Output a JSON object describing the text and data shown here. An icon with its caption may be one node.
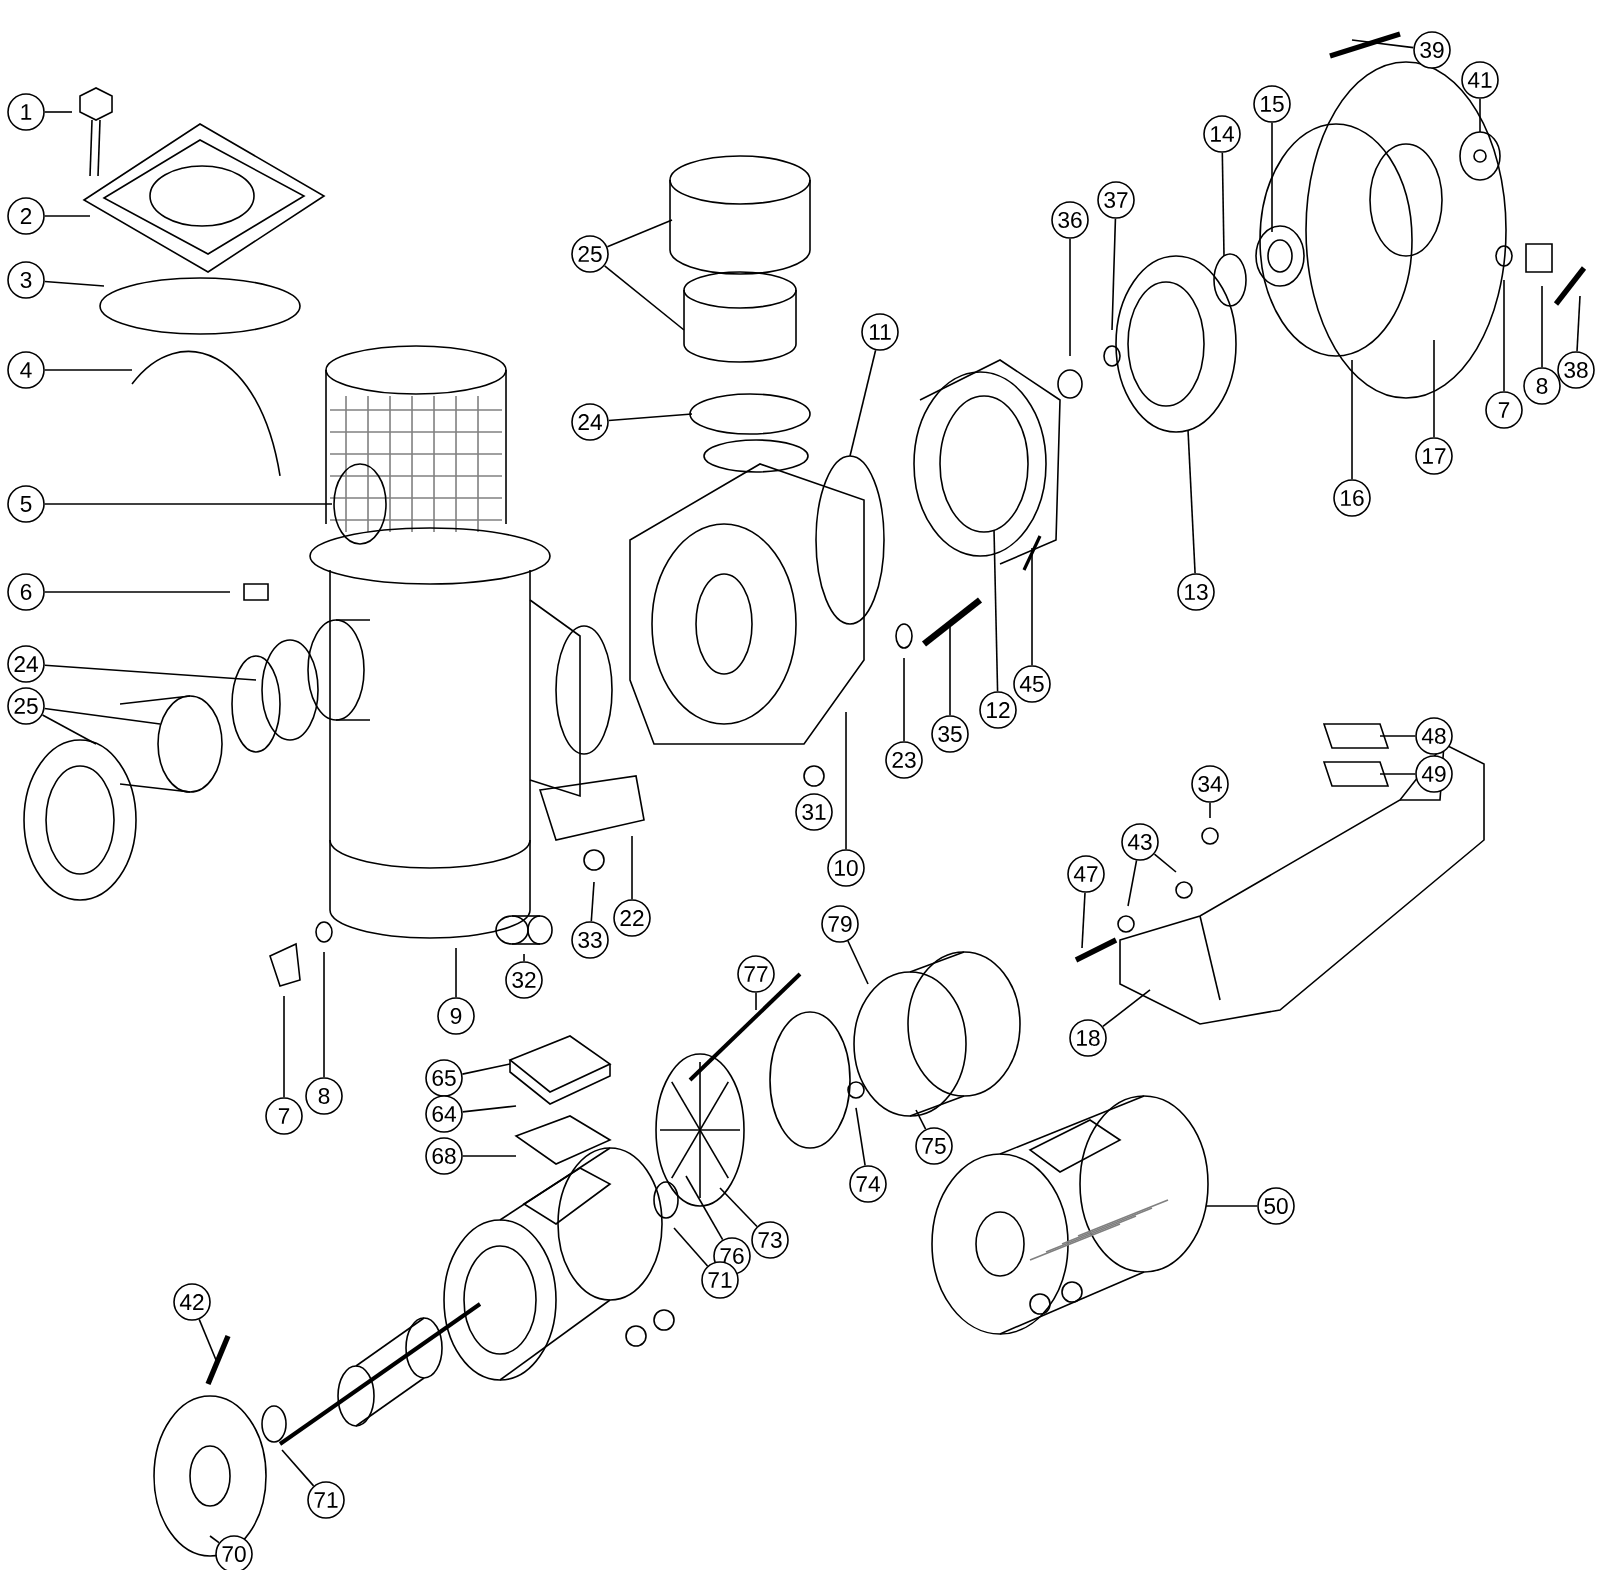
{
  "diagram": {
    "nodes": [
      {
        "text": [
          "1"
        ]
      },
      {
        "text": [
          "2"
        ]
      },
      {
        "text": [
          "3"
        ]
      },
      {
        "text": [
          "4"
        ]
      },
      {
        "text": [
          "5"
        ]
      },
      {
        "text": [
          "6"
        ]
      },
      {
        "text": [
          "24"
        ]
      },
      {
        "text": [
          "25"
        ]
      },
      {
        "text": [
          "25"
        ]
      },
      {
        "text": [
          "24"
        ]
      },
      {
        "text": [
          "39"
        ]
      },
      {
        "text": [
          "41"
        ]
      },
      {
        "text": [
          "15"
        ]
      },
      {
        "text": [
          "14"
        ]
      },
      {
        "text": [
          "37"
        ]
      },
      {
        "text": [
          "36"
        ]
      },
      {
        "text": [
          "11"
        ]
      },
      {
        "text": [
          "38"
        ]
      },
      {
        "text": [
          "8"
        ]
      },
      {
        "text": [
          "7"
        ]
      },
      {
        "text": [
          "17"
        ]
      },
      {
        "text": [
          "16"
        ]
      },
      {
        "text": [
          "13"
        ]
      },
      {
        "text": [
          "45"
        ]
      },
      {
        "text": [
          "12"
        ]
      },
      {
        "text": [
          "35"
        ]
      },
      {
        "text": [
          "23"
        ]
      },
      {
        "text": [
          "48"
        ]
      },
      {
        "text": [
          "49"
        ]
      },
      {
        "text": [
          "34"
        ]
      },
      {
        "text": [
          "31"
        ]
      },
      {
        "text": [
          "43"
        ]
      },
      {
        "text": [
          "10"
        ]
      },
      {
        "text": [
          "47"
        ]
      },
      {
        "text": [
          "22"
        ]
      },
      {
        "text": [
          "79"
        ]
      },
      {
        "text": [
          "33"
        ]
      },
      {
        "text": [
          "77"
        ]
      },
      {
        "text": [
          "32"
        ]
      },
      {
        "text": [
          "9"
        ]
      },
      {
        "text": [
          "18"
        ]
      },
      {
        "text": [
          "65"
        ]
      },
      {
        "text": [
          "8"
        ]
      },
      {
        "text": [
          "64"
        ]
      },
      {
        "text": [
          "7"
        ]
      },
      {
        "text": [
          "75"
        ]
      },
      {
        "text": [
          "68"
        ]
      },
      {
        "text": [
          "74"
        ]
      },
      {
        "text": [
          "50"
        ]
      },
      {
        "text": [
          "73"
        ]
      },
      {
        "text": [
          "76"
        ]
      },
      {
        "text": [
          "71"
        ]
      },
      {
        "text": [
          "42"
        ]
      },
      {
        "text": [
          "71"
        ]
      },
      {
        "text": [
          "70"
        ]
      }
    ],
    "edges": [
      {
        "from": 0,
        "to": null,
        "arrow": "none"
      },
      {
        "from": 1,
        "to": null,
        "arrow": "none"
      },
      {
        "from": 2,
        "to": null,
        "arrow": "none"
      },
      {
        "from": 3,
        "to": null,
        "arrow": "none"
      },
      {
        "from": 4,
        "to": null,
        "arrow": "none"
      },
      {
        "from": 5,
        "to": null,
        "arrow": "none"
      },
      {
        "from": 6,
        "to": null,
        "arrow": "none"
      },
      {
        "from": 7,
        "to": null,
        "arrow": "none"
      },
      {
        "from": 7,
        "to": null,
        "arrow": "none"
      },
      {
        "from": 8,
        "to": null,
        "arrow": "none"
      },
      {
        "from": 8,
        "to": null,
        "arrow": "none"
      },
      {
        "from": 9,
        "to": null,
        "arrow": "none"
      },
      {
        "from": 10,
        "to": null,
        "arrow": "none"
      },
      {
        "from": 11,
        "to": null,
        "arrow": "none"
      },
      {
        "from": 12,
        "to": null,
        "arrow": "none"
      },
      {
        "from": 13,
        "to": null,
        "arrow": "none"
      },
      {
        "from": 14,
        "to": null,
        "arrow": "none"
      },
      {
        "from": 15,
        "to": null,
        "arrow": "none"
      },
      {
        "from": 16,
        "to": null,
        "arrow": "none"
      },
      {
        "from": 17,
        "to": null,
        "arrow": "none"
      },
      {
        "from": 18,
        "to": null,
        "arrow": "none"
      },
      {
        "from": 19,
        "to": null,
        "arrow": "none"
      },
      {
        "from": 20,
        "to": null,
        "arrow": "none"
      },
      {
        "from": 21,
        "to": null,
        "arrow": "none"
      },
      {
        "from": 22,
        "to": null,
        "arrow": "none"
      },
      {
        "from": 23,
        "to": null,
        "arrow": "none"
      },
      {
        "from": 24,
        "to": null,
        "arrow": "none"
      },
      {
        "from": 25,
        "to": null,
        "arrow": "none"
      },
      {
        "from": 26,
        "to": null,
        "arrow": "none"
      },
      {
        "from": 27,
        "to": null,
        "arrow": "none"
      },
      {
        "from": 28,
        "to": null,
        "arrow": "none"
      },
      {
        "from": 29,
        "to": null,
        "arrow": "none"
      },
      {
        "from": 31,
        "to": null,
        "arrow": "none"
      },
      {
        "from": 31,
        "to": null,
        "arrow": "none"
      },
      {
        "from": 32,
        "to": null,
        "arrow": "none"
      },
      {
        "from": 33,
        "to": null,
        "arrow": "none"
      },
      {
        "from": 34,
        "to": null,
        "arrow": "none"
      },
      {
        "from": 35,
        "to": null,
        "arrow": "none"
      },
      {
        "from": 36,
        "to": null,
        "arrow": "none"
      },
      {
        "from": 37,
        "to": null,
        "arrow": "none"
      },
      {
        "from": 38,
        "to": null,
        "arrow": "none"
      },
      {
        "from": 39,
        "to": null,
        "arrow": "none"
      },
      {
        "from": 40,
        "to": null,
        "arrow": "none"
      },
      {
        "from": 41,
        "to": null,
        "arrow": "none"
      },
      {
        "from": 42,
        "to": null,
        "arrow": "none"
      },
      {
        "from": 43,
        "to": null,
        "arrow": "none"
      },
      {
        "from": 44,
        "to": null,
        "arrow": "none"
      },
      {
        "from": 45,
        "to": null,
        "arrow": "none"
      },
      {
        "from": 46,
        "to": null,
        "arrow": "none"
      },
      {
        "from": 47,
        "to": null,
        "arrow": "none"
      },
      {
        "from": 48,
        "to": null,
        "arrow": "none"
      },
      {
        "from": 49,
        "to": null,
        "arrow": "none"
      },
      {
        "from": 50,
        "to": null,
        "arrow": "none"
      },
      {
        "from": 51,
        "to": null,
        "arrow": "none"
      },
      {
        "from": 52,
        "to": null,
        "arrow": "none"
      },
      {
        "from": 53,
        "to": null,
        "arrow": "none"
      },
      {
        "from": 54,
        "to": null,
        "arrow": "none"
      }
    ]
  }
}
